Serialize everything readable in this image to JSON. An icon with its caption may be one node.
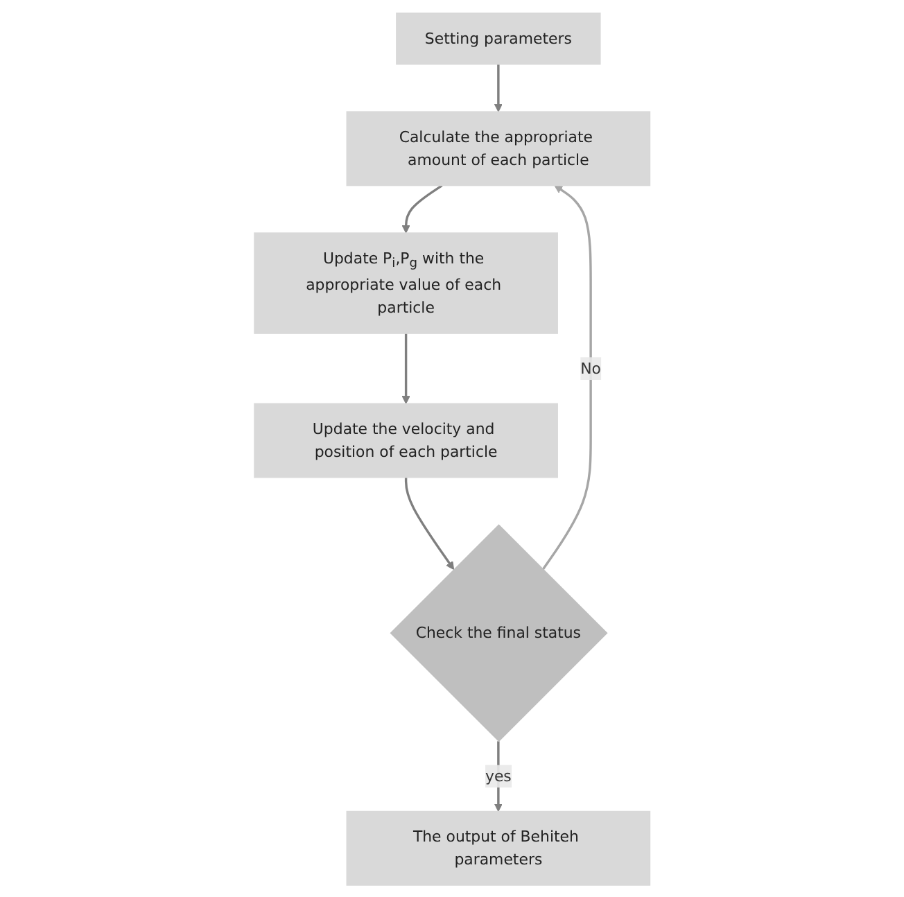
{
  "diagram": {
    "nodes": [
      {
        "text": [
          "Setting parameters"
        ]
      },
      {
        "text": [
          "Calculate the appropriate amount of each particle"
        ]
      },
      {
        "text": [
          "Update P$_{i}$,P$_{g}$ with the appropriate value of each particle"
        ]
      },
      {
        "text": [
          "Update the velocity and position of each particle"
        ]
      },
      {
        "text": [
          "Check the final status"
        ]
      },
      {
        "text": [
          "The output of Behiteh parameters"
        ]
      }
    ],
    "edges": [
      {
        "from": 0,
        "to": 1,
        "arrow": "to"
      },
      {
        "from": 1,
        "to": 2,
        "arrow": "to"
      },
      {
        "from": 2,
        "to": 3,
        "arrow": "to"
      },
      {
        "from": 3,
        "to": 4,
        "arrow": "to"
      },
      {
        "from": 4,
        "to": 1,
        "arrow": "to",
        "label": "No",
        "color": "#a6a6a6"
      },
      {
        "from": 4,
        "to": 5,
        "arrow": "to",
        "label": "yes"
      }
    ]
  }
}
